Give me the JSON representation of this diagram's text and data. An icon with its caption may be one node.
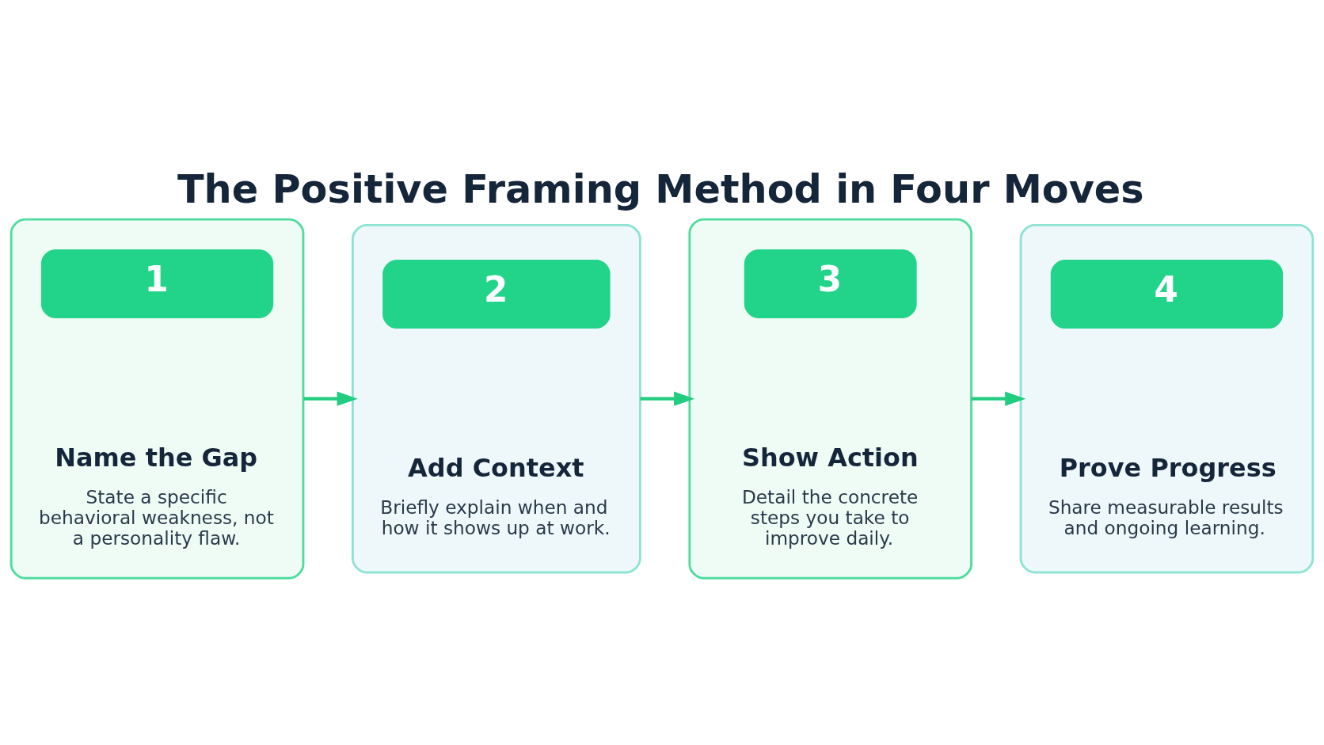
{
  "diagram": {
    "title": "The Positive Framing Method in Four Moves",
    "nodes": [
      {
        "text": [
          "1",
          "Name the Gap",
          "State a specific behavioral weakness, not a personality flaw."
        ]
      },
      {
        "text": [
          "2",
          "Add Context",
          "Briefly explain when and how it shows up at work."
        ]
      },
      {
        "text": [
          "3",
          "Show Action",
          "Detail the concrete steps you take to improve daily."
        ]
      },
      {
        "text": [
          "4",
          "Prove Progress",
          "Share measurable results and ongoing learning."
        ]
      }
    ],
    "edges": [
      {
        "from": 0,
        "to": 1,
        "arrow": "to"
      },
      {
        "from": 1,
        "to": 2,
        "arrow": "to"
      },
      {
        "from": 2,
        "to": 3,
        "arrow": "to"
      }
    ]
  }
}
